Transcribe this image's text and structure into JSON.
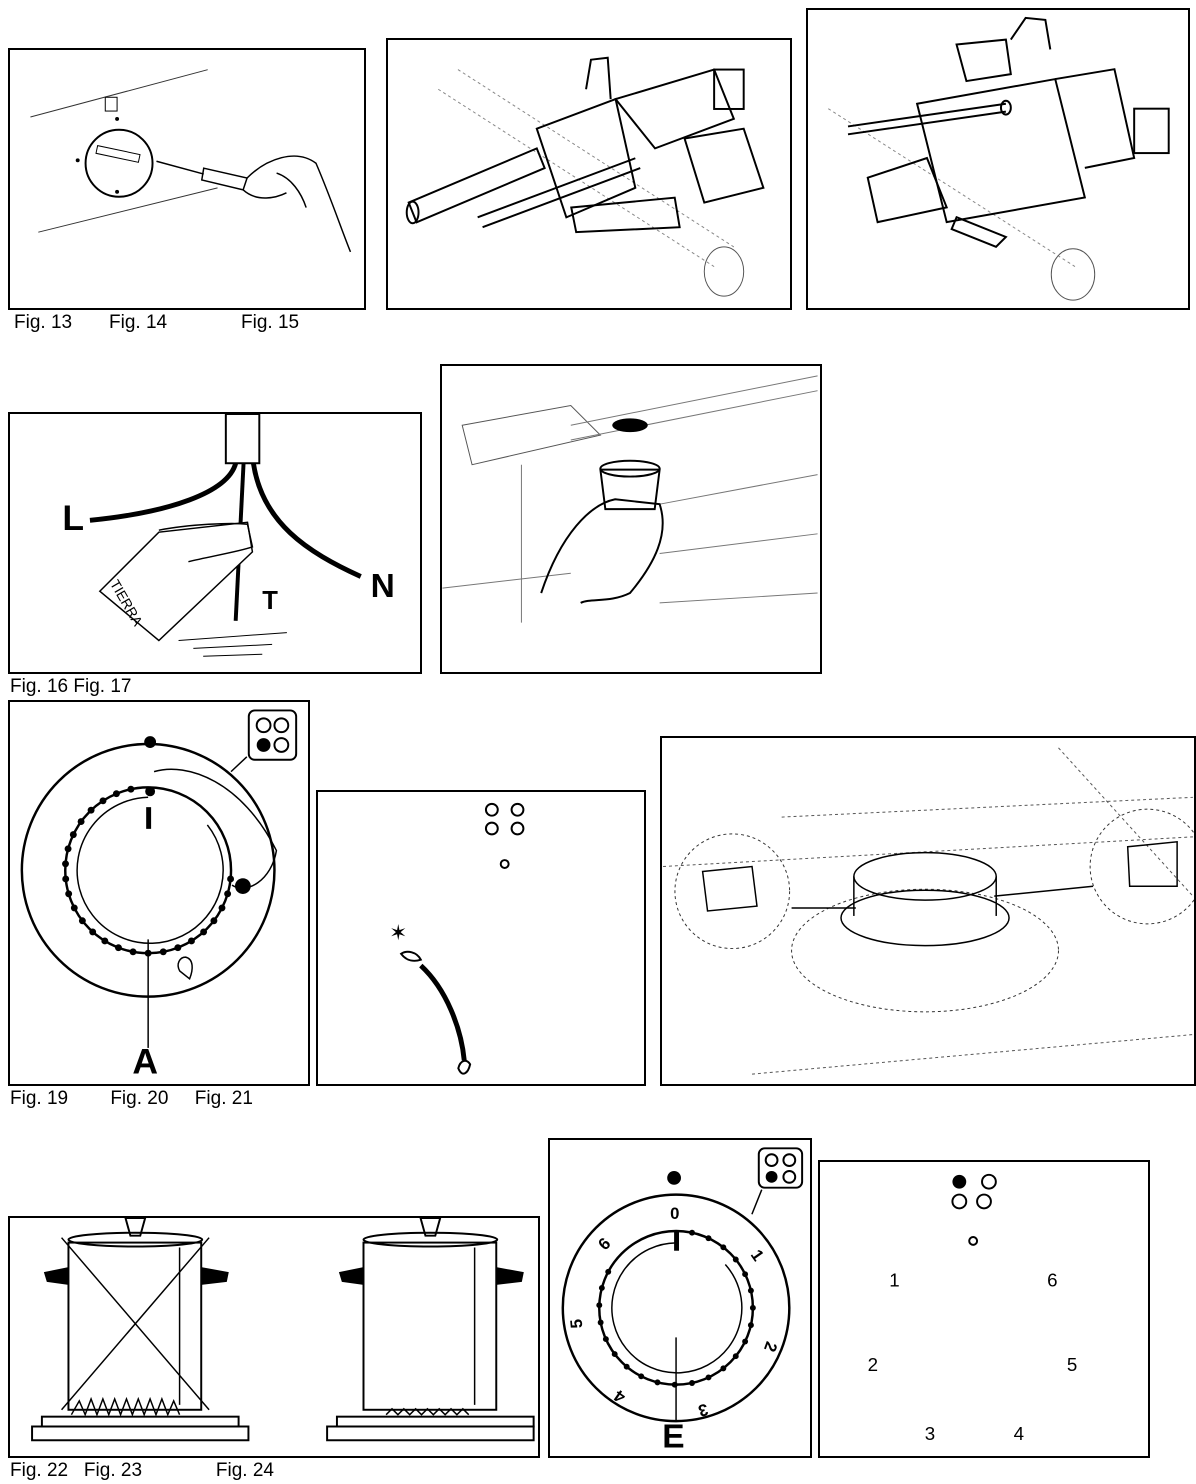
{
  "captions": {
    "row1": "Fig. 13       Fig. 14              Fig. 15",
    "row2": "Fig. 16 Fig. 17",
    "row3": "Fig. 19        Fig. 20     Fig. 21",
    "row4": "Fig. 22   Fig. 23              Fig. 24"
  },
  "fig16": {
    "label_l": "L",
    "label_n": "N",
    "label_t": "T",
    "tag_text": "TIERRA"
  },
  "fig19": {
    "label_a": "A"
  },
  "fig22": {
    "label_e": "E",
    "scale": [
      "0",
      "1",
      "2",
      "3",
      "4",
      "5",
      "6"
    ]
  },
  "fig24": {
    "positions": [
      "1",
      "2",
      "3",
      "4",
      "5",
      "6"
    ]
  }
}
